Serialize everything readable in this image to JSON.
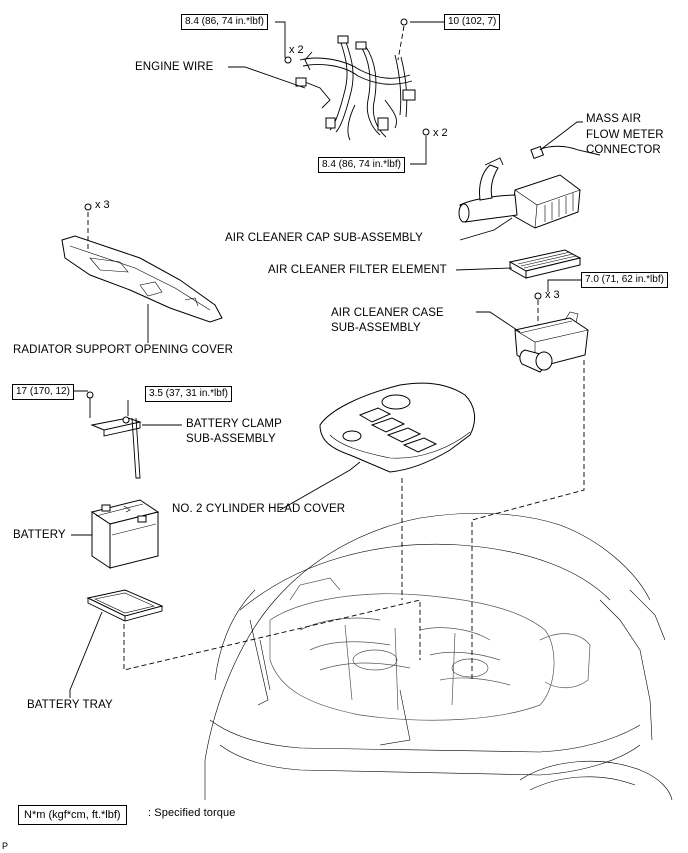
{
  "labels": {
    "engine_wire": "ENGINE WIRE",
    "mass_air_flow_meter_connector": [
      "MASS AIR",
      "FLOW METER",
      "CONNECTOR"
    ],
    "air_cleaner_cap": "AIR CLEANER CAP SUB-ASSEMBLY",
    "air_cleaner_filter": "AIR CLEANER FILTER ELEMENT",
    "air_cleaner_case": [
      "AIR CLEANER CASE",
      "SUB-ASSEMBLY"
    ],
    "radiator_support_cover": "RADIATOR SUPPORT OPENING COVER",
    "battery_clamp": [
      "BATTERY CLAMP",
      "SUB-ASSEMBLY"
    ],
    "cylinder_head_cover": "NO. 2 CYLINDER HEAD COVER",
    "battery": "BATTERY",
    "battery_tray": "BATTERY TRAY"
  },
  "torques": {
    "engine_wire_top": "8.4 (86, 74 in.*lbf)",
    "engine_wire_top_right": "10 (102, 7)",
    "engine_wire_bottom": "8.4 (86, 74 in.*lbf)",
    "air_cleaner_case": "7.0 (71, 62 in.*lbf)",
    "battery_hold_bolt": "17 (170, 12)",
    "battery_clamp": "3.5 (37, 31 in.*lbf)"
  },
  "quantities": {
    "engine_wire_top": "x 2",
    "engine_wire_bottom": "x 2",
    "radiator_cover": "x 3",
    "air_cleaner_case": "x 3"
  },
  "legend": {
    "box_text": "N*m (kgf*cm, ft.*lbf)",
    "description": ": Specified torque"
  },
  "corner_mark": "P"
}
